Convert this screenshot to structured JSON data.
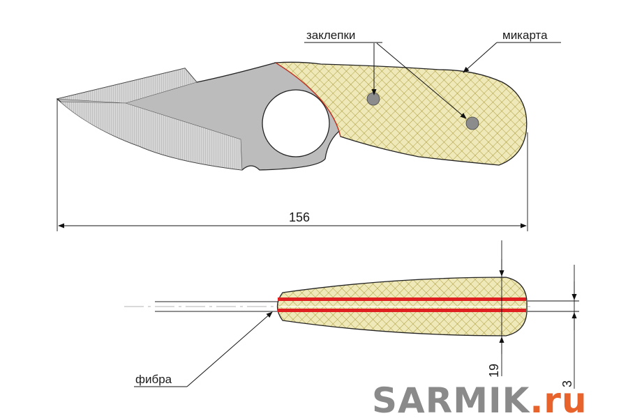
{
  "labels": {
    "rivets": "заклепки",
    "micarta": "микарта",
    "fiber": "фибра"
  },
  "dimensions": {
    "length": "156",
    "width": "19",
    "fiber_thickness": "3"
  },
  "watermark": {
    "main": "SARMIK",
    "suffix": ".ru",
    "main_color": "#8a8a8a",
    "suffix_color": "#e8622c"
  },
  "colors": {
    "blade": "#bcbcbc",
    "micarta": "#efe8b8",
    "micarta_hatch": "#9a8a20",
    "fiber": "#e02020",
    "outline": "#222222"
  }
}
